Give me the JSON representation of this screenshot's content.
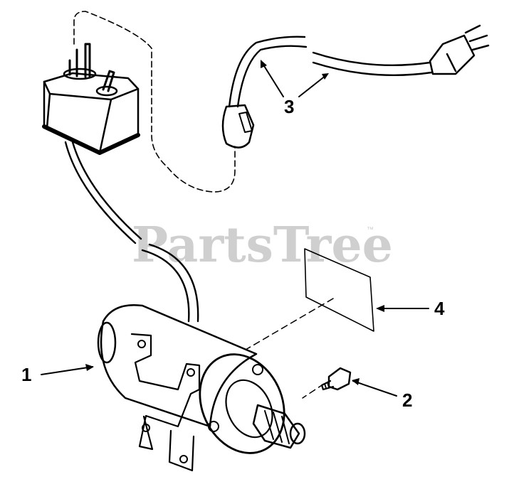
{
  "watermark": {
    "text": "PartsTree",
    "trademark": "™"
  },
  "callouts": {
    "c1": "1",
    "c2": "2",
    "c3": "3",
    "c4": "4"
  },
  "colors": {
    "ink": "#000000",
    "watermark": "#cfcfcf",
    "background": "#ffffff"
  }
}
